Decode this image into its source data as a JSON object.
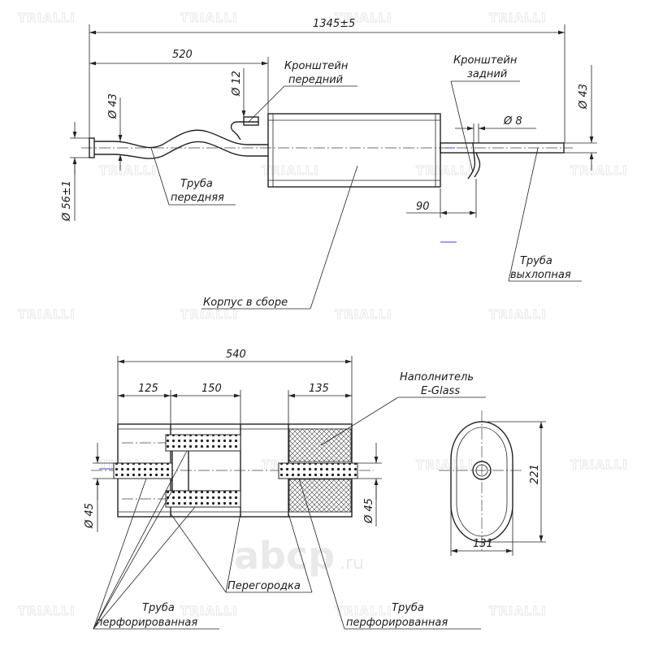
{
  "watermark": {
    "brand": "TRIALLI",
    "site_logo": "abcp",
    "site_logo_suffix": ".ru"
  },
  "top_view": {
    "dimensions": {
      "overall_length": "1345±5",
      "front_length": "520",
      "bracket_rod_dia": "Ø 12",
      "inlet_pipe_dia": "Ø 43",
      "outlet_pipe_dia": "Ø 43",
      "rear_rod_dia": "Ø 8",
      "flange_dia": "Ø 56±1",
      "rear_offset": "90"
    },
    "labels": {
      "front_bracket_line1": "Кронштейн",
      "front_bracket_line2": "передний",
      "rear_bracket_line1": "Кронштейн",
      "rear_bracket_line2": "задний",
      "front_pipe_line1": "Труба",
      "front_pipe_line2": "передняя",
      "tail_pipe_line1": "Труба",
      "tail_pipe_line2": "выхлопная",
      "body_assembly": "Корпус в сборе"
    }
  },
  "section_view": {
    "dimensions": {
      "body_length": "540",
      "chamber1": "125",
      "chamber2": "150",
      "chamber3": "135",
      "left_pipe_dia": "Ø 45",
      "right_pipe_dia": "Ø 45"
    },
    "labels": {
      "filler_line1": "Наполнитель",
      "filler_line2": "E-Glass",
      "partition": "Перегородка",
      "perf_left_line1": "Труба",
      "perf_left_line2": "перфорированная",
      "perf_right_line1": "Труба",
      "perf_right_line2": "перфорированная"
    }
  },
  "cross_section": {
    "dimensions": {
      "height": "221",
      "width": "131"
    }
  }
}
